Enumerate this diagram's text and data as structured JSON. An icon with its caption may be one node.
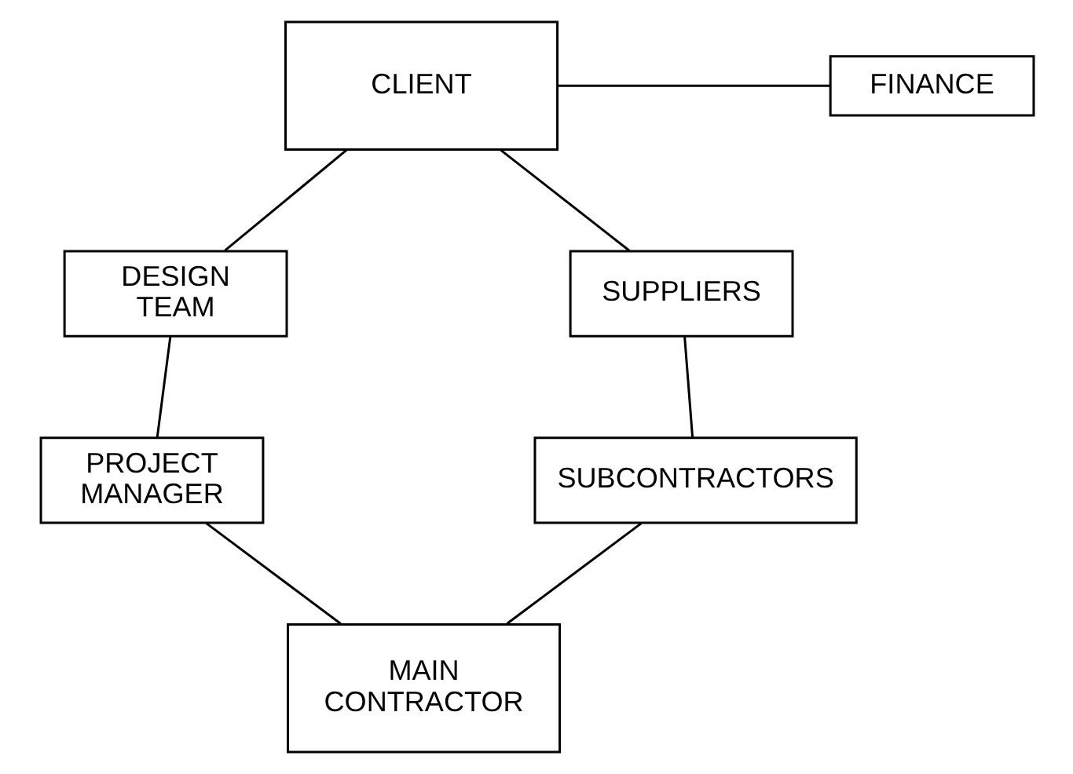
{
  "diagram": {
    "nodes": [
      {
        "text": [
          "CLIENT"
        ]
      },
      {
        "text": [
          "FINANCE"
        ]
      },
      {
        "text": [
          "DESIGN TEAM"
        ]
      },
      {
        "text": [
          "SUPPLIERS"
        ]
      },
      {
        "text": [
          "PROJECT MANAGER"
        ]
      },
      {
        "text": [
          "SUBCONTRACTORS"
        ]
      },
      {
        "text": [
          "MAIN CONTRACTOR"
        ]
      }
    ],
    "edges": [
      {
        "from": 0,
        "to": 1,
        "arrow": "none"
      },
      {
        "from": 0,
        "to": 2,
        "arrow": "none"
      },
      {
        "from": 0,
        "to": 3,
        "arrow": "none"
      },
      {
        "from": 2,
        "to": 4,
        "arrow": "none"
      },
      {
        "from": 3,
        "to": 5,
        "arrow": "none"
      },
      {
        "from": 4,
        "to": 6,
        "arrow": "none"
      },
      {
        "from": 5,
        "to": 6,
        "arrow": "none"
      }
    ]
  }
}
